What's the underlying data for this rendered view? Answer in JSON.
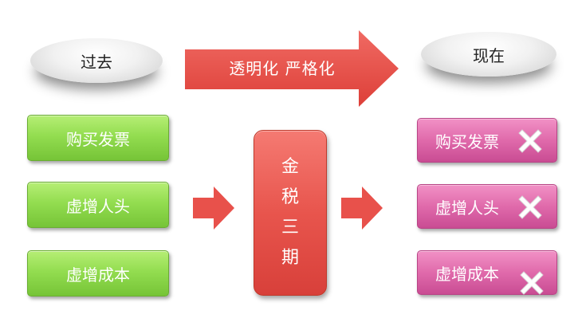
{
  "past_label": "过去",
  "now_label": "现在",
  "arrow_label": "透明化 严格化",
  "left_items": [
    "购买发票",
    "虚增人头",
    "虚增成本"
  ],
  "center_chars": [
    "金",
    "税",
    "三",
    "期"
  ],
  "right_items": [
    "购买发票",
    "虚增人头",
    "虚增成本"
  ],
  "colors": {
    "arrow": "#e8514b",
    "green": "#93dd50",
    "pink": "#e06aab",
    "center": "#e8554d"
  }
}
